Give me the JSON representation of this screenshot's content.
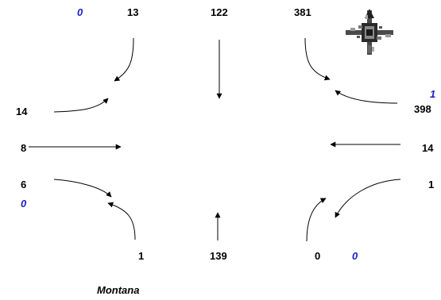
{
  "counts": {
    "north_ped": "0",
    "north_right": "13",
    "north_through": "122",
    "north_left": "381",
    "east_ped": "1",
    "east_left": "398",
    "east_through": "14",
    "east_right": "1",
    "west_left": "14",
    "west_through": "8",
    "west_right": "6",
    "west_ped": "0",
    "south_left": "1",
    "south_through": "139",
    "south_right": "0",
    "south_ped": "0"
  },
  "street_name": "Montana",
  "colors": {
    "ink": "#000000",
    "ped": "#1c1cc8"
  },
  "icons": {
    "compass": "compass-rose-icon"
  }
}
